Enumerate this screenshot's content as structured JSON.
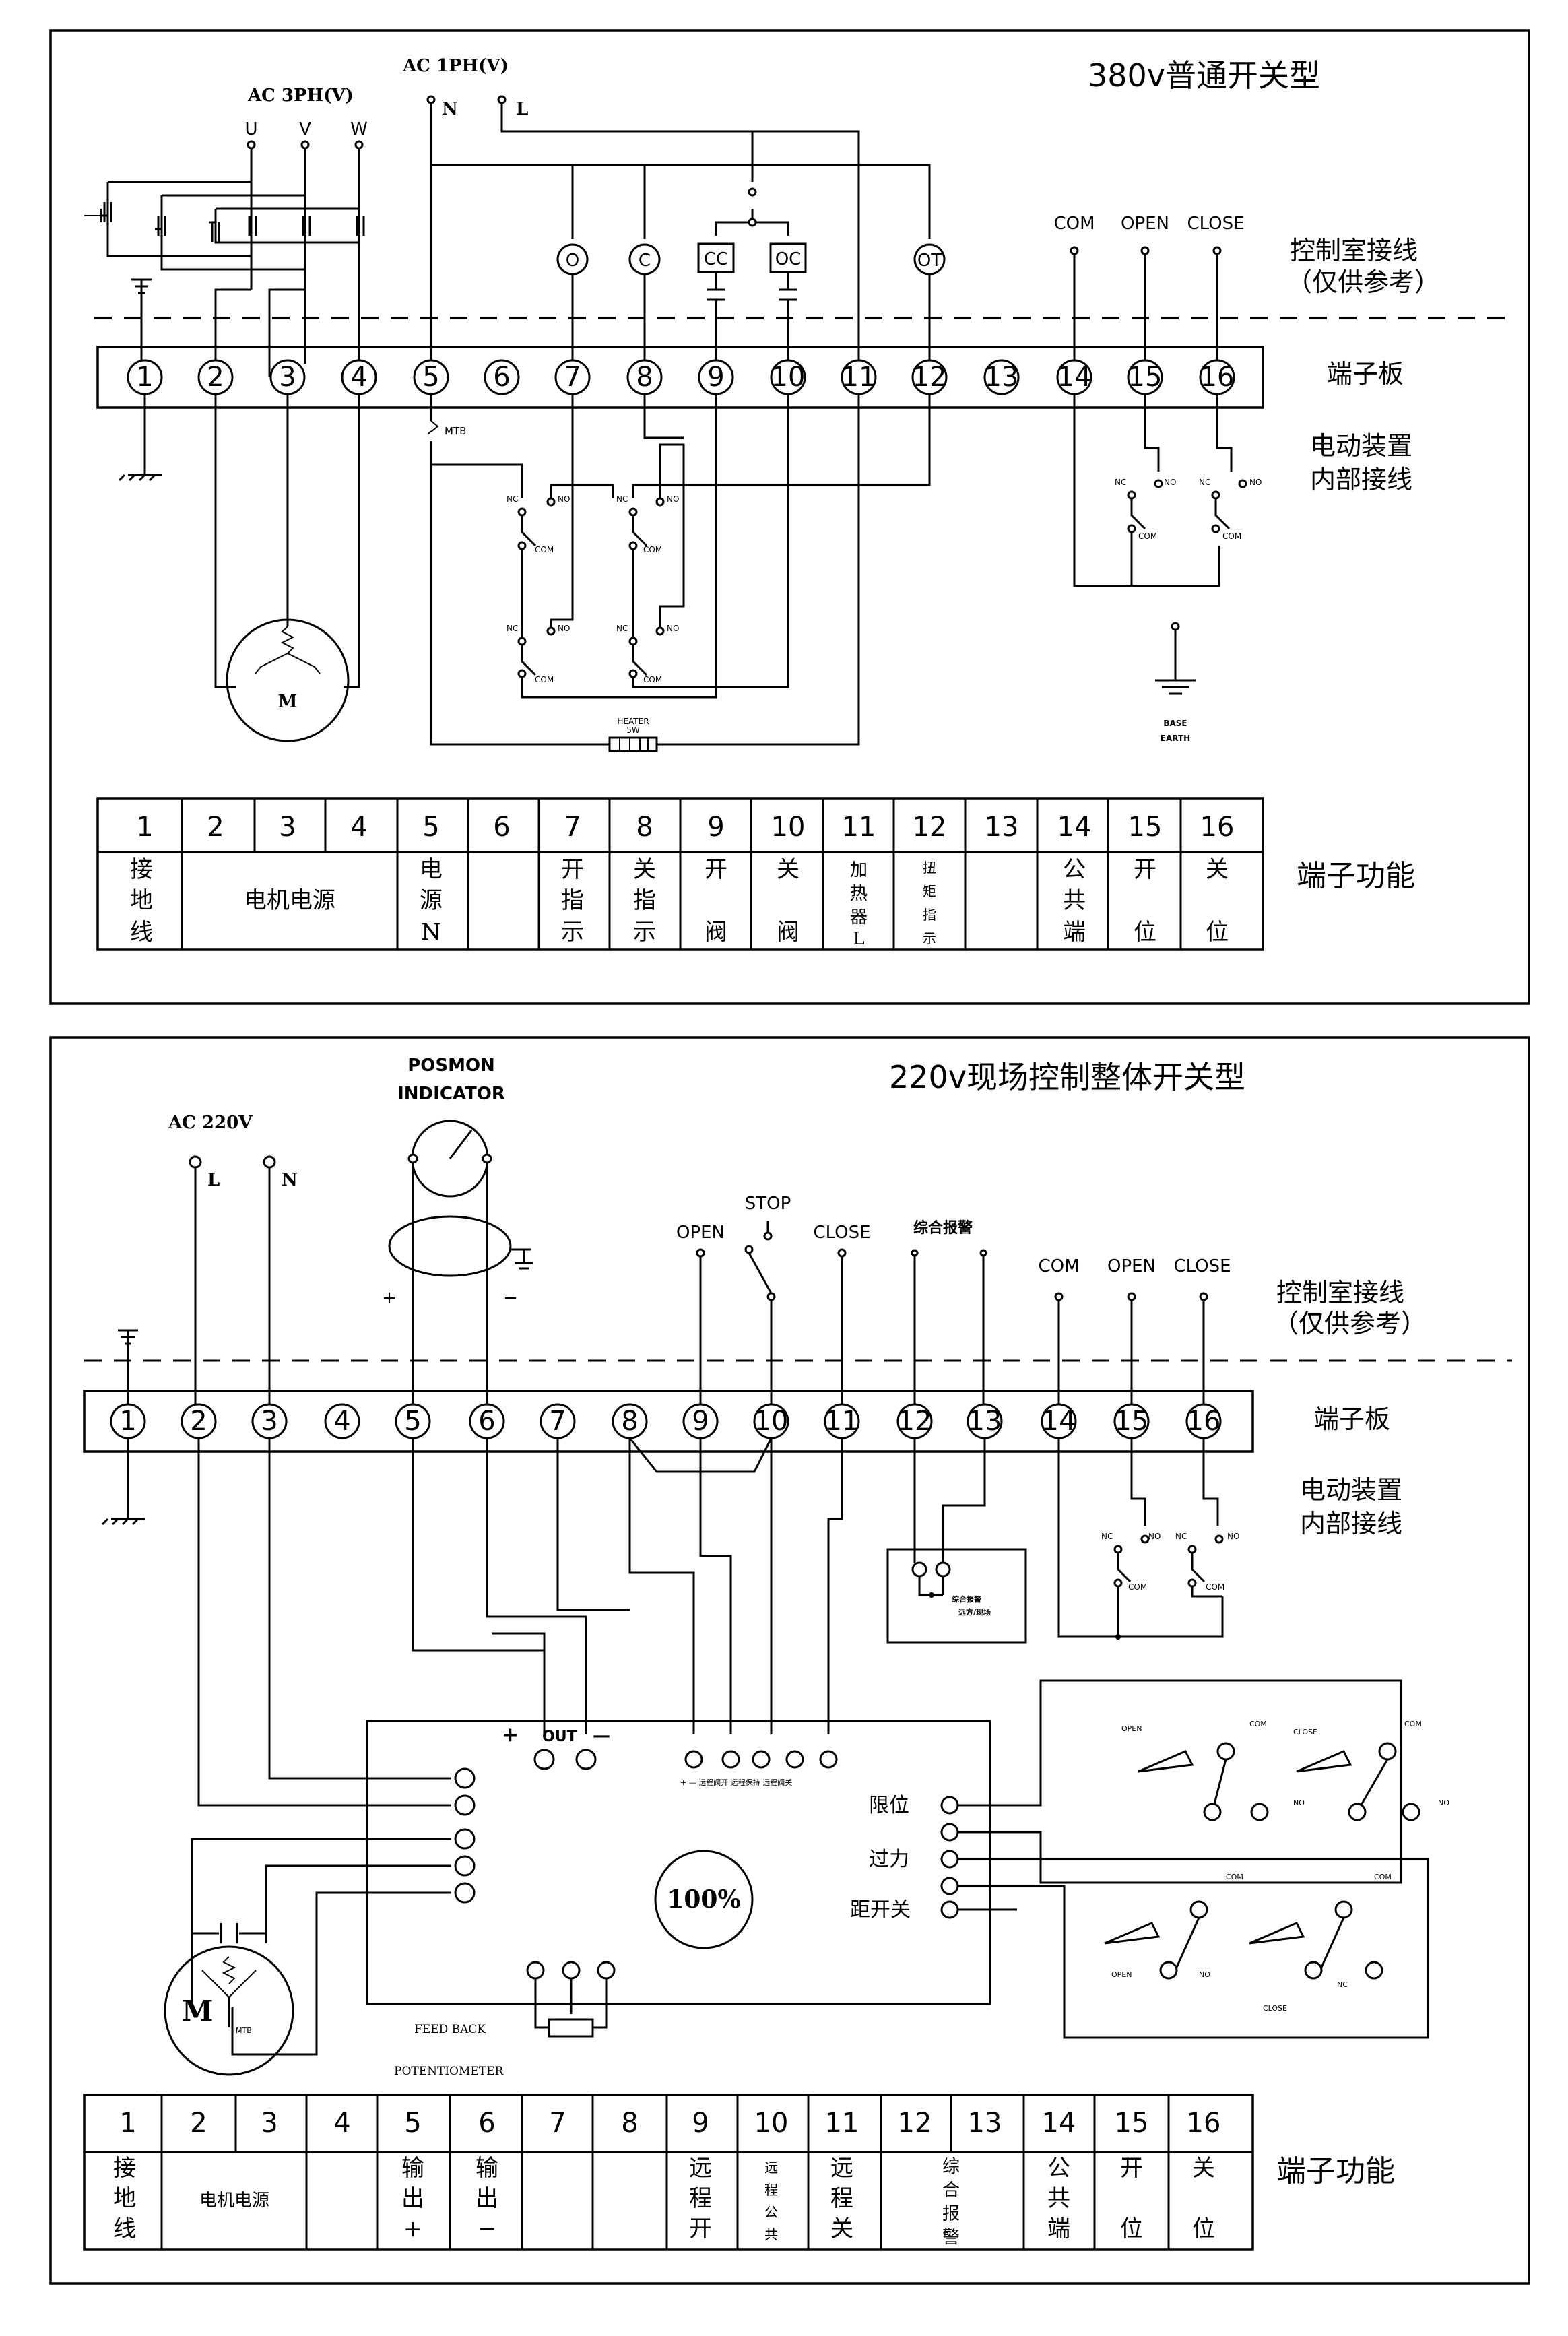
{
  "panel1": {
    "title": "380v普通开关型",
    "ac3ph": "AC  3PH(V)",
    "phases": [
      "U",
      "V",
      "W"
    ],
    "ac1ph": "AC  1PH(V)",
    "n": "N",
    "l": "L",
    "indicators": [
      "O",
      "C",
      "CC",
      "OC",
      "OT"
    ],
    "com": "COM",
    "open": "OPEN",
    "close": "CLOSE",
    "control_room_1": "控制室接线",
    "control_room_2": "（仅供参考）",
    "terminal_board": "端子板",
    "internal_1": "电动装置",
    "internal_2": "内部接线",
    "mtb": "MTB",
    "nc": "NC",
    "no": "NO",
    "heater": "HEATER",
    "heater_w": "5W",
    "base": "BASE",
    "earth": "EARTH",
    "motor": "M",
    "terminal_function": "端子功能",
    "terminals": [
      "1",
      "2",
      "3",
      "4",
      "5",
      "6",
      "7",
      "8",
      "9",
      "10",
      "11",
      "12",
      "13",
      "14",
      "15",
      "16"
    ],
    "func": {
      "t1": [
        "接",
        "地",
        "线"
      ],
      "t2_4": "电机电源",
      "t5": [
        "电",
        "源",
        "N"
      ],
      "t7": [
        "开",
        "指",
        "示"
      ],
      "t8": [
        "关",
        "指",
        "示"
      ],
      "t9": [
        "开",
        "阀"
      ],
      "t10": [
        "关",
        "阀"
      ],
      "t11": [
        "加",
        "热",
        "器",
        "L"
      ],
      "t12": [
        "扭",
        "矩",
        "指",
        "示"
      ],
      "t14": [
        "公",
        "共",
        "端"
      ],
      "t15": [
        "开",
        "位"
      ],
      "t16": [
        "关",
        "位"
      ]
    }
  },
  "panel2": {
    "title": "220v现场控制整体开关型",
    "posmon_1": "POSMON",
    "posmon_2": "INDICATOR",
    "ac220": "AC  220V",
    "l": "L",
    "n": "N",
    "plus": "+",
    "minus": "−",
    "open": "OPEN",
    "stop": "STOP",
    "close": "CLOSE",
    "alarm": "综合报警",
    "com": "COM",
    "control_room_1": "控制室接线",
    "control_room_2": "（仅供参考）",
    "terminal_board": "端子板",
    "internal_1": "电动装置",
    "internal_2": "内部接线",
    "nc": "NC",
    "no": "NO",
    "alarm_box_1": "综合报警",
    "alarm_box_2": "远方/现场",
    "out": "OUT",
    "out_plus": "+",
    "out_minus": "—",
    "remote_labels": "+  —  远程阀开  远程保持  远程阀关",
    "limit": "限位",
    "overload": "过力",
    "torque": "距开关",
    "percent": "100%",
    "motor": "M",
    "mtb": "MTB",
    "feedback": "FEED BACK",
    "potentiometer": "POTENTIOMETER",
    "sw_open": "OPEN",
    "sw_close": "CLOSE",
    "terminal_function": "端子功能",
    "terminals": [
      "1",
      "2",
      "3",
      "4",
      "5",
      "6",
      "7",
      "8",
      "9",
      "10",
      "11",
      "12",
      "13",
      "14",
      "15",
      "16"
    ],
    "func": {
      "t1": [
        "接",
        "地",
        "线"
      ],
      "t2_3": "电机电源",
      "t5": [
        "输",
        "出",
        "+"
      ],
      "t6": [
        "输",
        "出",
        "−"
      ],
      "t9": [
        "远",
        "程",
        "开"
      ],
      "t10": [
        "远",
        "程",
        "公",
        "共"
      ],
      "t11": [
        "远",
        "程",
        "关"
      ],
      "t12_13": [
        "综",
        "合",
        "报",
        "警"
      ],
      "t14": [
        "公",
        "共",
        "端"
      ],
      "t15": [
        "开",
        "位"
      ],
      "t16": [
        "关",
        "位"
      ]
    }
  }
}
